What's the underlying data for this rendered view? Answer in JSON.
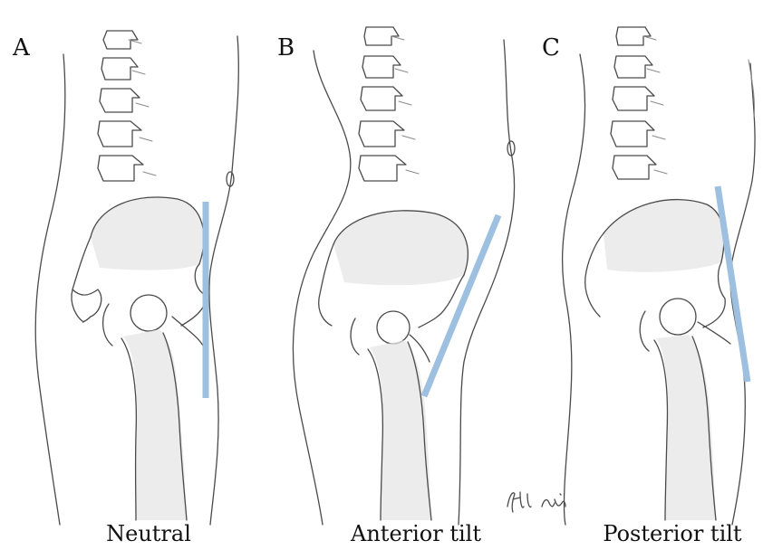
{
  "panels": [
    {
      "letter": "A",
      "caption": "Neutral"
    },
    {
      "letter": "B",
      "caption": "Anterior tilt"
    },
    {
      "letter": "C",
      "caption": "Posterior tilt"
    }
  ],
  "signature": "Adl Anis",
  "colors": {
    "tilt_line": "#9dbfe0",
    "sketch": "#4a4a4a"
  }
}
